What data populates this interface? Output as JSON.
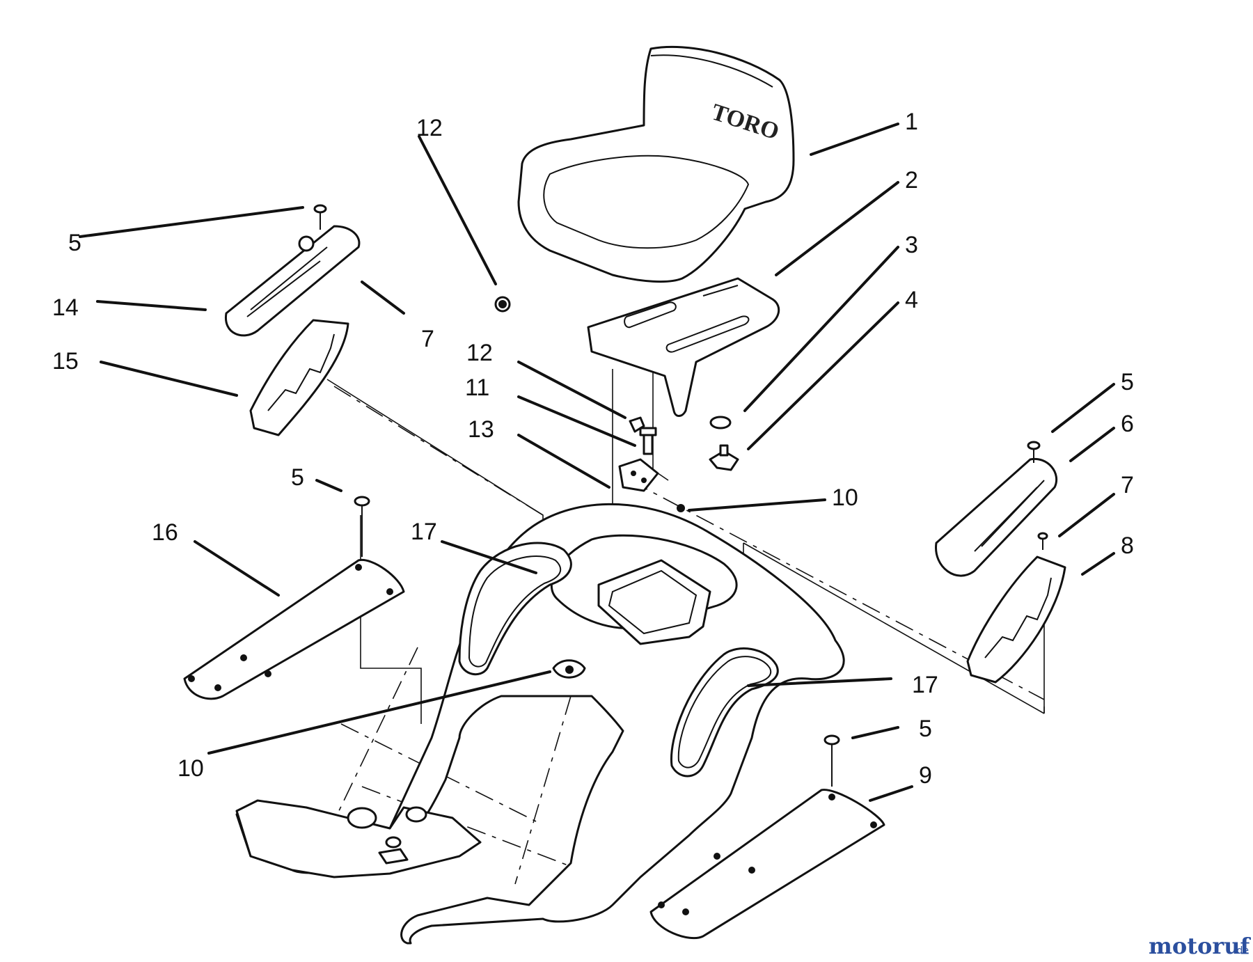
{
  "brand_on_seat": "TORO",
  "watermark": {
    "site": "motoruf",
    "tld": ".de"
  },
  "callouts": [
    {
      "id": "c1",
      "text": "1"
    },
    {
      "id": "c2",
      "text": "2"
    },
    {
      "id": "c3",
      "text": "3"
    },
    {
      "id": "c4",
      "text": "4"
    },
    {
      "id": "c5a",
      "text": "5"
    },
    {
      "id": "c5b",
      "text": "5"
    },
    {
      "id": "c5c",
      "text": "5"
    },
    {
      "id": "c5d",
      "text": "5"
    },
    {
      "id": "c6",
      "text": "6"
    },
    {
      "id": "c7a",
      "text": "7"
    },
    {
      "id": "c7b",
      "text": "7"
    },
    {
      "id": "c8",
      "text": "8"
    },
    {
      "id": "c9",
      "text": "9"
    },
    {
      "id": "c10a",
      "text": "10"
    },
    {
      "id": "c10b",
      "text": "10"
    },
    {
      "id": "c11",
      "text": "11"
    },
    {
      "id": "c12a",
      "text": "12"
    },
    {
      "id": "c12b",
      "text": "12"
    },
    {
      "id": "c13",
      "text": "13"
    },
    {
      "id": "c14",
      "text": "14"
    },
    {
      "id": "c15",
      "text": "15"
    },
    {
      "id": "c16",
      "text": "16"
    },
    {
      "id": "c17a",
      "text": "17"
    },
    {
      "id": "c17b",
      "text": "17"
    }
  ]
}
